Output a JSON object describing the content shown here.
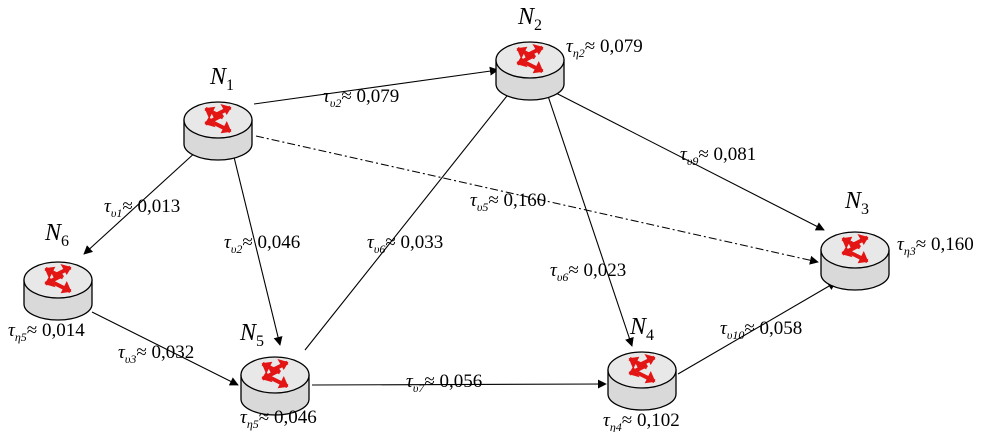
{
  "nodes": [
    {
      "id": "N1",
      "letter": "N",
      "index": "1"
    },
    {
      "id": "N2",
      "letter": "N",
      "index": "2",
      "delay": {
        "sym": "τ",
        "sub": "η2",
        "rest": "≈ 0,079"
      }
    },
    {
      "id": "N3",
      "letter": "N",
      "index": "3",
      "delay": {
        "sym": "τ",
        "sub": "η3",
        "rest": "≈ 0,160"
      }
    },
    {
      "id": "N4",
      "letter": "N",
      "index": "4",
      "delay": {
        "sym": "τ",
        "sub": "η4",
        "rest": "≈ 0,102"
      }
    },
    {
      "id": "N5",
      "letter": "N",
      "index": "5",
      "delay": {
        "sym": "τ",
        "sub": "η5",
        "rest": "≈ 0,046"
      }
    },
    {
      "id": "N6",
      "letter": "N",
      "index": "6",
      "delay": {
        "sym": "τ",
        "sub": "η5",
        "rest": "≈ 0,014"
      }
    }
  ],
  "links": [
    {
      "from": "N1",
      "to": "N2",
      "style": "solid",
      "label": {
        "sym": "τ",
        "sub": "υ2",
        "rest": "≈ 0,079"
      }
    },
    {
      "from": "N1",
      "to": "N6",
      "style": "solid",
      "label": {
        "sym": "τ",
        "sub": "υ1",
        "rest": "≈ 0,013"
      }
    },
    {
      "from": "N1",
      "to": "N5",
      "style": "solid",
      "label": {
        "sym": "τ",
        "sub": "υ2",
        "rest": "≈ 0,046"
      }
    },
    {
      "from": "N1",
      "to": "N3",
      "style": "dash-dot",
      "label": {
        "sym": "τ",
        "sub": "υ5",
        "rest": "≈ 0,160"
      }
    },
    {
      "from": "N6",
      "to": "N5",
      "style": "solid",
      "label": {
        "sym": "τ",
        "sub": "υ3",
        "rest": "≈ 0,032"
      }
    },
    {
      "from": "N5",
      "to": "N2",
      "style": "solid",
      "label": {
        "sym": "τ",
        "sub": "υ6",
        "rest": "≈ 0,033"
      }
    },
    {
      "from": "N2",
      "to": "N3",
      "style": "solid",
      "label": {
        "sym": "τ",
        "sub": "υ9",
        "rest": "≈  0,081"
      }
    },
    {
      "from": "N2",
      "to": "N4",
      "style": "solid",
      "label": {
        "sym": "τ",
        "sub": "υ6",
        "rest": "≈ 0,023"
      }
    },
    {
      "from": "N5",
      "to": "N4",
      "style": "solid",
      "label": {
        "sym": "τ",
        "sub": "υ7",
        "rest": "≈ 0,056"
      }
    },
    {
      "from": "N4",
      "to": "N3",
      "style": "solid",
      "label": {
        "sym": "τ",
        "sub": "υ10",
        "rest": "≈ 0,058"
      }
    }
  ],
  "colors": {
    "router_body": "#d9d9d9",
    "router_top": "#e8e8e8",
    "router_arrows": "#e31515",
    "line": "#000000"
  },
  "icons": {
    "router": "router-icon"
  }
}
